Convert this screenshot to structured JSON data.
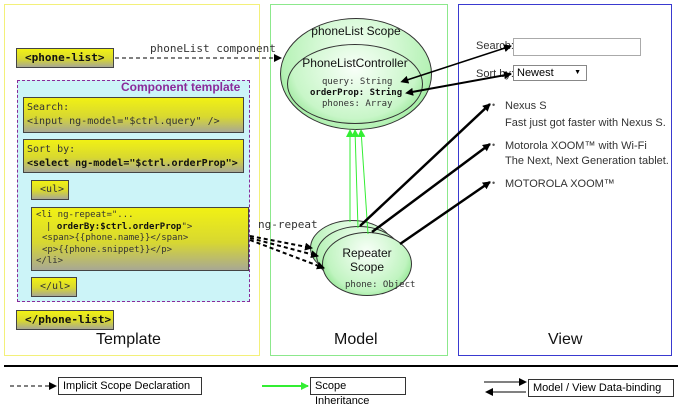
{
  "template": {
    "phone_list_open": "<phone-list>",
    "phone_list_close": "</phone-list>",
    "component_template_title": "Component template",
    "search_label": "Search:",
    "search_input": "<input ng-model=\"$ctrl.query\" />",
    "sort_label": "Sort by:",
    "sort_select": "<select ng-model=\"$ctrl.orderProp\">",
    "ul_open": "<ul>",
    "ul_close": "</ul>",
    "li_line1": "<li ng-repeat=\"...",
    "li_line2_prefix": "| ",
    "li_line2_bold": "orderBy:$ctrl.orderProp",
    "li_line2_suffix": "\">",
    "li_line3": "<span>{{phone.name}}</span>",
    "li_line4": "<p>{{phone.snippet}}</p>",
    "li_line5": "</li>",
    "panel_label": "Template",
    "phone_list_component_label": "phoneList component",
    "ng_repeat_label": "ng-repeat"
  },
  "model": {
    "scope_title": "phoneList Scope",
    "controller_title": "PhoneListController",
    "query_field": "query: String",
    "orderprop_field": "orderProp: String",
    "phones_field": "phones: Array",
    "repeater_title_1": "Repeater",
    "repeater_title_2": "Scope",
    "repeater_field": "phone: Object",
    "panel_label": "Model"
  },
  "view": {
    "search_label": "Search:",
    "search_value": "",
    "sort_label": "Sort by:",
    "sort_value": "Newest",
    "items": [
      {
        "name": "Nexus S",
        "snippet": "Fast just got faster with Nexus S."
      },
      {
        "name": "Motorola XOOM™ with Wi-Fi",
        "snippet": "The Next, Next Generation tablet."
      },
      {
        "name": "MOTOROLA XOOM™",
        "snippet": ""
      }
    ],
    "panel_label": "View"
  },
  "legend": {
    "implicit": "Implicit Scope Declaration",
    "inheritance": "Scope Inheritance",
    "binding": "Model / View Data-binding"
  },
  "colors": {
    "template_border": "#f3f07a",
    "model_border": "#8ce88c",
    "view_border": "#3a3ad0",
    "component_bg": "#ccf4f8",
    "component_border": "#8a2a9a",
    "inherit_arrow": "#33ee33"
  }
}
